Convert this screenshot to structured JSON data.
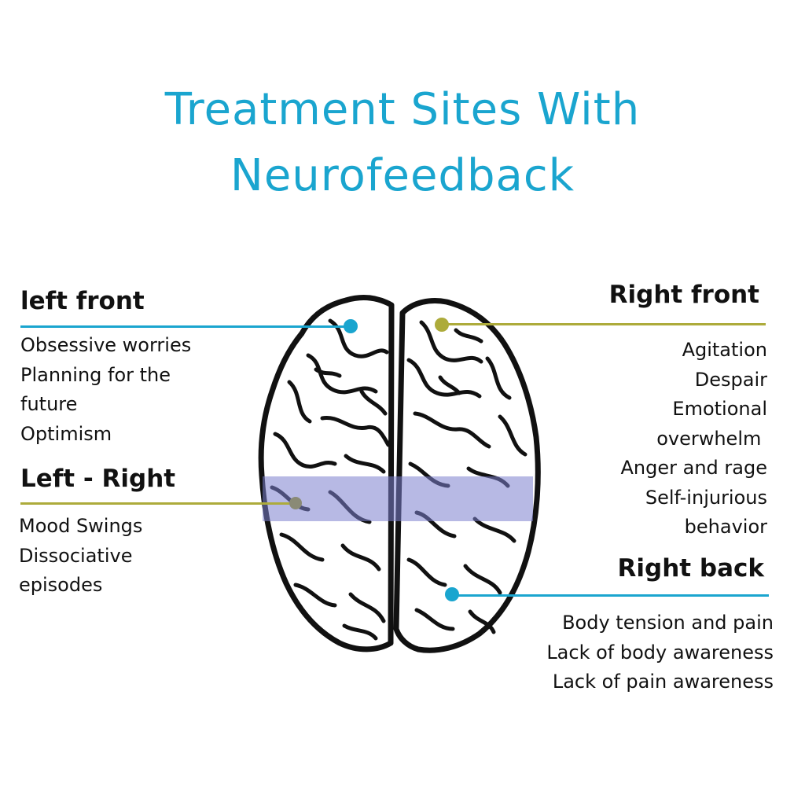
{
  "title": {
    "line1": "Treatment Sites With",
    "line2": "Neurofeedback"
  },
  "colors": {
    "title": "#1aa5cf",
    "blue_accent": "#1aa5cf",
    "olive_accent": "#adab3b",
    "gray_marker": "#8a8a76",
    "band_highlight": "#7b7fcd",
    "brain_outline": "#111111",
    "text": "#111111"
  },
  "regions": {
    "left_front": {
      "heading": "left front",
      "items": [
        "Obsessive worries",
        "Planning for the",
        "future",
        "Optimism"
      ],
      "accent": "blue"
    },
    "left_right": {
      "heading": "Left - Right",
      "items": [
        "Mood Swings",
        "Dissociative",
        "episodes"
      ],
      "accent": "olive"
    },
    "right_front": {
      "heading": "Right front",
      "items": [
        "Agitation",
        "Despair",
        "Emotional",
        "overwhelm ",
        "Anger and rage",
        "Self-injurious",
        "behavior"
      ],
      "accent": "olive"
    },
    "right_back": {
      "heading": "Right back",
      "items": [
        "Body tension and pain",
        "Lack of body awareness",
        "Lack of pain awareness"
      ],
      "accent": "blue"
    }
  }
}
